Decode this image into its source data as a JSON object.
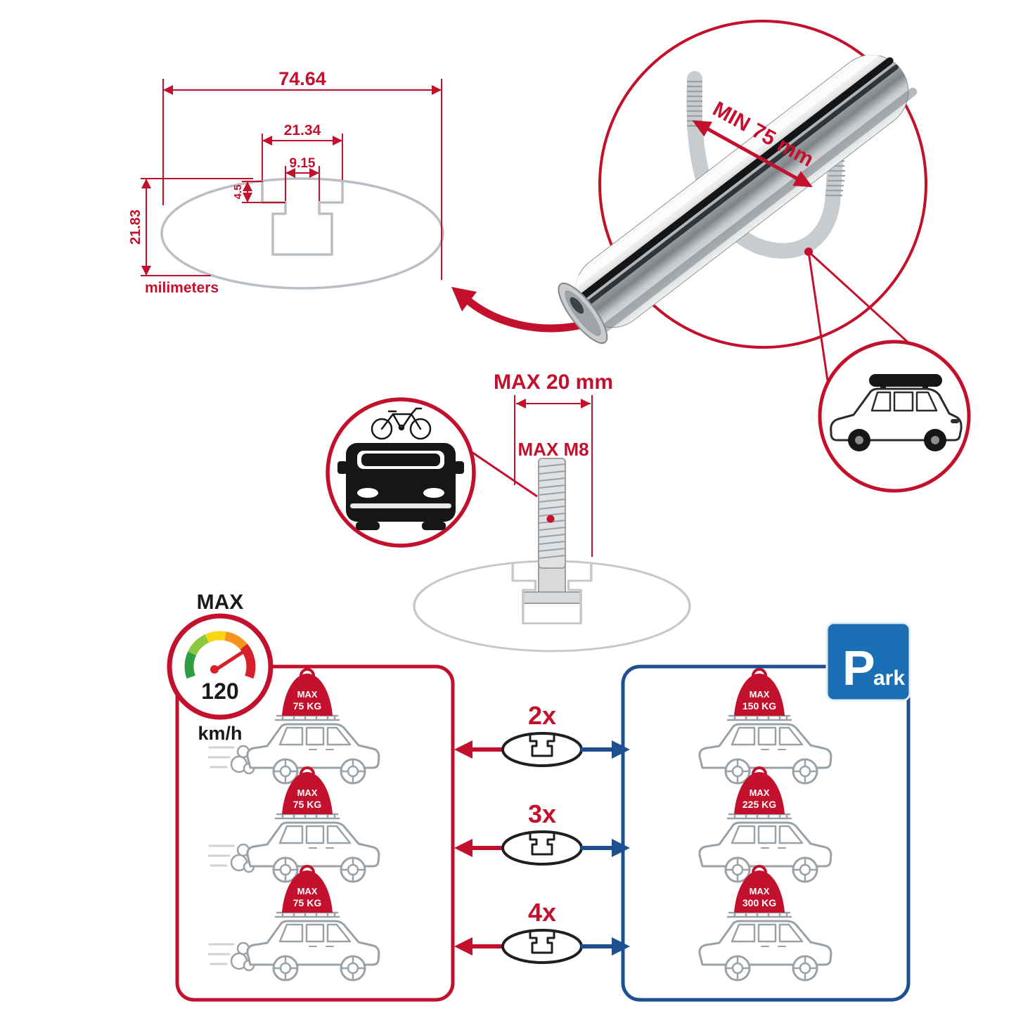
{
  "colors": {
    "accent_red": "#c3112d",
    "accent_blue": "#1d4f91",
    "sign_blue": "#1a6fb5",
    "profile_gray": "#b9bfc4",
    "car_line_gray": "#9aa1a7"
  },
  "dimension_diagram": {
    "total_width": "74.64",
    "slot_outer": "21.34",
    "slot_inner": "9.15",
    "step_depth": "4.5",
    "total_height": "21.83",
    "units_label": "milimeters"
  },
  "bar_inset": {
    "min_span_label": "MIN 75 mm"
  },
  "bolt_diagram": {
    "max_length_label": "MAX 20 mm",
    "max_thread_label": "MAX M8"
  },
  "speedometer": {
    "title": "MAX",
    "value": "120",
    "units": "km/h"
  },
  "drive_panel": {
    "cars": [
      {
        "max_label": "MAX",
        "weight": "75 KG"
      },
      {
        "max_label": "MAX",
        "weight": "75 KG"
      },
      {
        "max_label": "MAX",
        "weight": "75 KG"
      }
    ]
  },
  "park_panel": {
    "sign_initial": "P",
    "sign_rest": "ark",
    "cars": [
      {
        "max_label": "MAX",
        "weight": "150 KG"
      },
      {
        "max_label": "MAX",
        "weight": "225 KG"
      },
      {
        "max_label": "MAX",
        "weight": "300 KG"
      }
    ]
  },
  "quantity_rows": [
    {
      "label": "2x"
    },
    {
      "label": "3x"
    },
    {
      "label": "4x"
    }
  ]
}
